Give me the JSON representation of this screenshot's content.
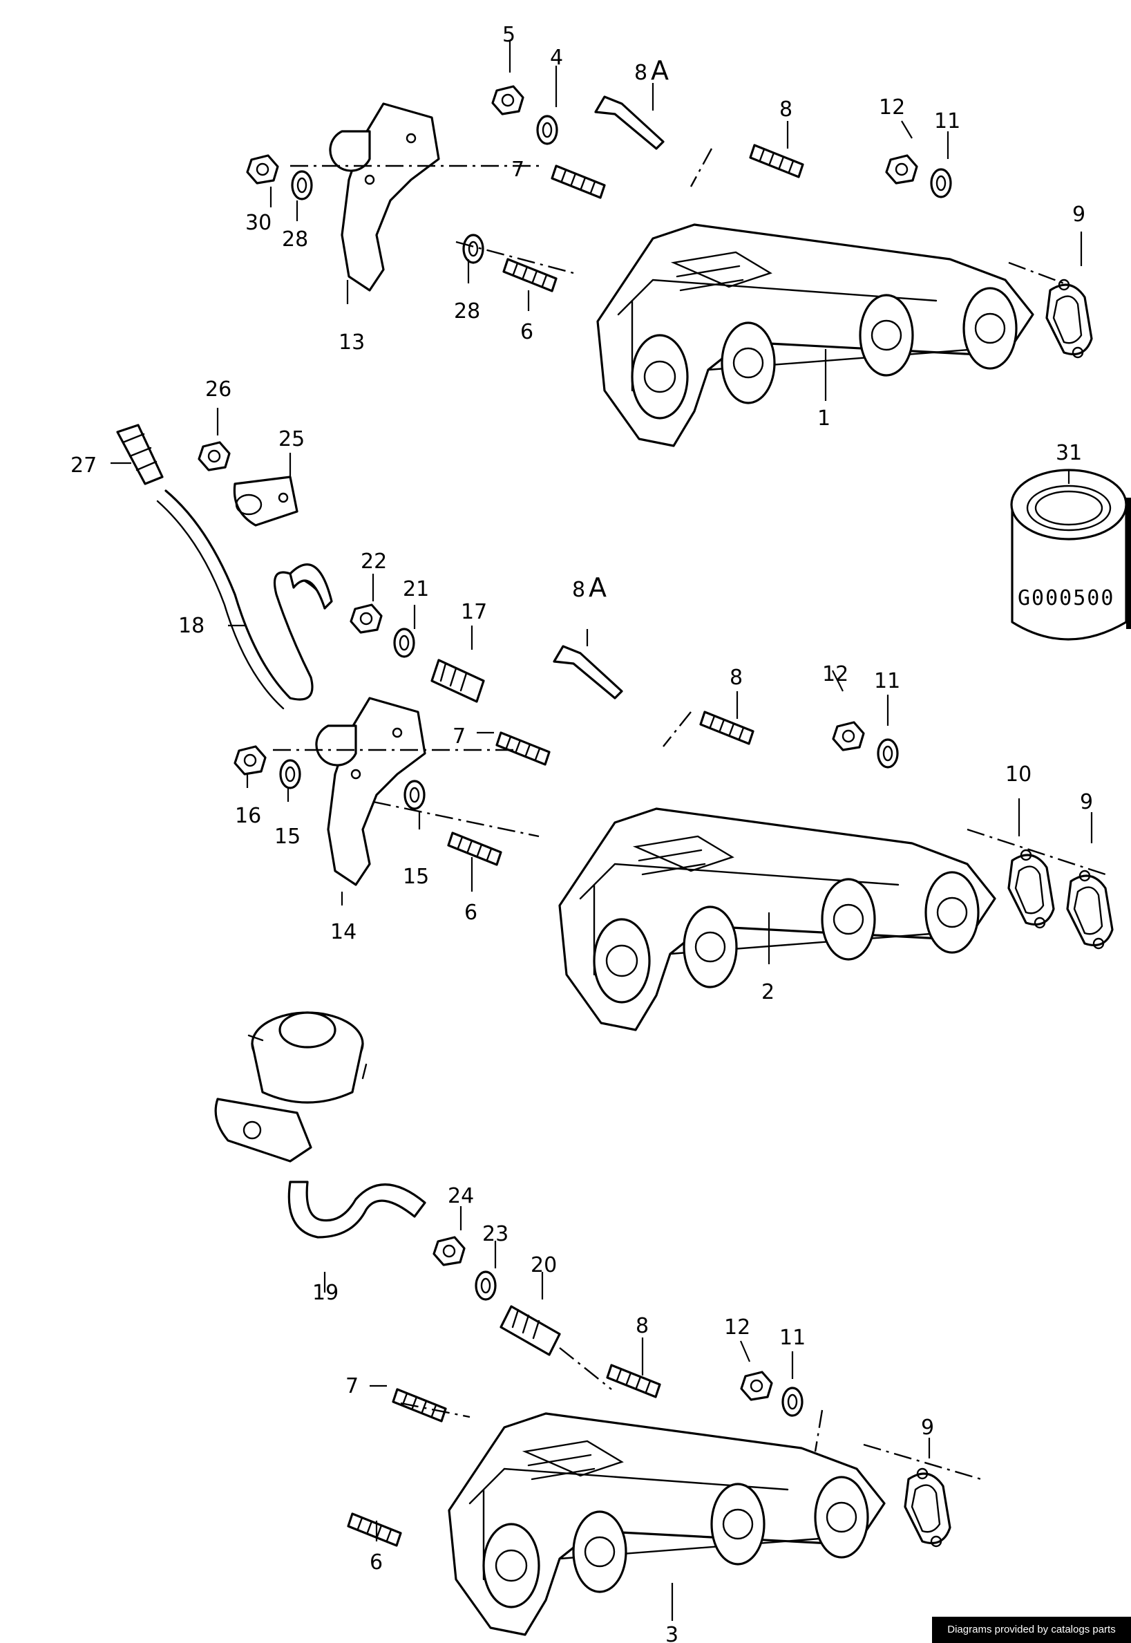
{
  "callouts": {
    "c1": "1",
    "c2": "2",
    "c3": "3",
    "c4": "4",
    "c5": "5",
    "c6a": "6",
    "c6b": "6",
    "c6c": "6",
    "c7a": "7",
    "c7b": "7",
    "c7c": "7",
    "c8a": "8",
    "c8b": "8",
    "c8c": "8",
    "c8A_num": "8",
    "c8A_letter": "A",
    "c8A2_num": "8",
    "c8A2_letter": "A",
    "c9a": "9",
    "c9b": "9",
    "c9c": "9",
    "c10": "10",
    "c11a": "11",
    "c11b": "11",
    "c11c": "11",
    "c12a": "12",
    "c12b": "12",
    "c12c": "12",
    "c13": "13",
    "c14": "14",
    "c15a": "15",
    "c15b": "15",
    "c16": "16",
    "c17": "17",
    "c18": "18",
    "c19": "19",
    "c20": "20",
    "c21": "21",
    "c22": "22",
    "c23": "23",
    "c24": "24",
    "c25": "25",
    "c26": "26",
    "c27": "27",
    "c28a": "28",
    "c28b": "28",
    "c30": "30",
    "c31": "31"
  },
  "sealant_code": "G000500",
  "credit": "Diagrams provided by catalogs parts",
  "colors": {
    "line": "#000000",
    "background": "#ffffff"
  }
}
